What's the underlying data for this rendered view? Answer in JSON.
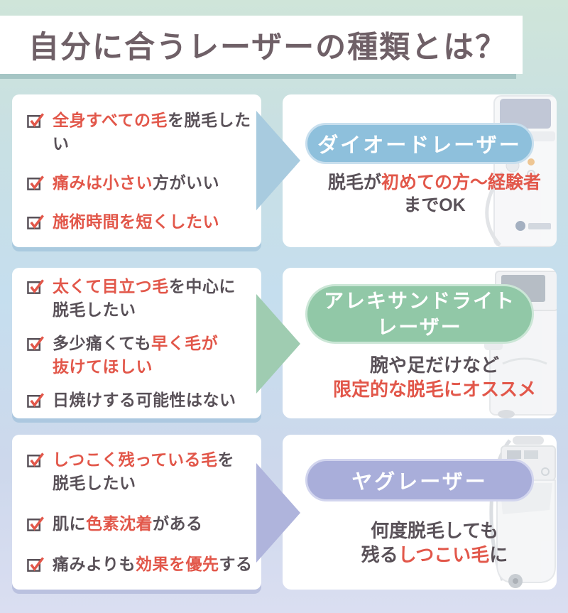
{
  "title": {
    "text": "自分に合うレーザーの種類とは？"
  },
  "colors": {
    "highlight-red": "#e2574a",
    "text-dark": "#595158",
    "title-text": "#6f6067",
    "title-shadow": "#a5c5c4",
    "bg-top-green": "#cfe5d9",
    "bg-mid-blue": "#c5deee",
    "bg-bottom-lavender": "#dadef1",
    "diode-pill": "#8ec0dc",
    "diode-pill-border": "#c8dfee",
    "diode-arrow": "#a8cbdf",
    "alexandrite-pill": "#91c8a7",
    "alexandrite-pill-border": "#cbe6d6",
    "alexandrite-arrow": "#9fccb1",
    "yag-pill": "#a9aeda",
    "yag-pill-border": "#d2d5ee",
    "yag-arrow": "#afb4dc"
  },
  "icons": {
    "checkbox": "checkbox-checked-icon",
    "arrow": "arrow-right-icon"
  },
  "rows": [
    {
      "name": "diode",
      "checklist": [
        {
          "lines": [
            [
              {
                "text": "全身すべての毛",
                "color": "red"
              },
              {
                "text": "を脱毛したい",
                "color": "dark"
              }
            ]
          ]
        },
        {
          "lines": [
            [
              {
                "text": "痛みは小さい",
                "color": "red"
              },
              {
                "text": "方がいい",
                "color": "dark"
              }
            ]
          ]
        },
        {
          "lines": [
            [
              {
                "text": "施術時間を短くしたい",
                "color": "red"
              }
            ]
          ]
        }
      ],
      "label_lines": [
        "ダイオードレーザー"
      ],
      "description_lines": [
        [
          {
            "text": "脱毛が",
            "color": "dark"
          },
          {
            "text": "初めての方〜経験者",
            "color": "red"
          }
        ],
        [
          {
            "text": "までOK",
            "color": "dark"
          }
        ]
      ]
    },
    {
      "name": "alexandrite",
      "checklist": [
        {
          "lines": [
            [
              {
                "text": "太くて目立つ毛",
                "color": "red"
              },
              {
                "text": "を中心に",
                "color": "dark"
              }
            ],
            [
              {
                "text": "脱毛したい",
                "color": "dark"
              }
            ]
          ]
        },
        {
          "lines": [
            [
              {
                "text": "多少痛くても",
                "color": "dark"
              },
              {
                "text": "早く毛が",
                "color": "red"
              }
            ],
            [
              {
                "text": "抜けてほしい",
                "color": "red"
              }
            ]
          ]
        },
        {
          "lines": [
            [
              {
                "text": "日焼けする可能性はない",
                "color": "dark"
              }
            ]
          ]
        }
      ],
      "label_lines": [
        "アレキサンドライト",
        "レーザー"
      ],
      "description_lines": [
        [
          {
            "text": "腕や足だけなど",
            "color": "dark"
          }
        ],
        [
          {
            "text": "限定的な脱毛にオススメ",
            "color": "red"
          }
        ]
      ]
    },
    {
      "name": "yag",
      "checklist": [
        {
          "lines": [
            [
              {
                "text": "しつこく残っている毛",
                "color": "red"
              },
              {
                "text": "を",
                "color": "dark"
              }
            ],
            [
              {
                "text": "脱毛したい",
                "color": "dark"
              }
            ]
          ]
        },
        {
          "lines": [
            [
              {
                "text": "肌に",
                "color": "dark"
              },
              {
                "text": "色素沈着",
                "color": "red"
              },
              {
                "text": "がある",
                "color": "dark"
              }
            ]
          ]
        },
        {
          "lines": [
            [
              {
                "text": "痛みよりも",
                "color": "dark"
              },
              {
                "text": "効果を優先",
                "color": "red"
              },
              {
                "text": "する",
                "color": "dark"
              }
            ]
          ]
        }
      ],
      "label_lines": [
        "ヤグレーザー"
      ],
      "description_lines": [
        [
          {
            "text": "何度脱毛しても",
            "color": "dark"
          }
        ],
        [
          {
            "text": "残る",
            "color": "dark"
          },
          {
            "text": "しつこい毛",
            "color": "red"
          },
          {
            "text": "に",
            "color": "dark"
          }
        ]
      ]
    }
  ]
}
